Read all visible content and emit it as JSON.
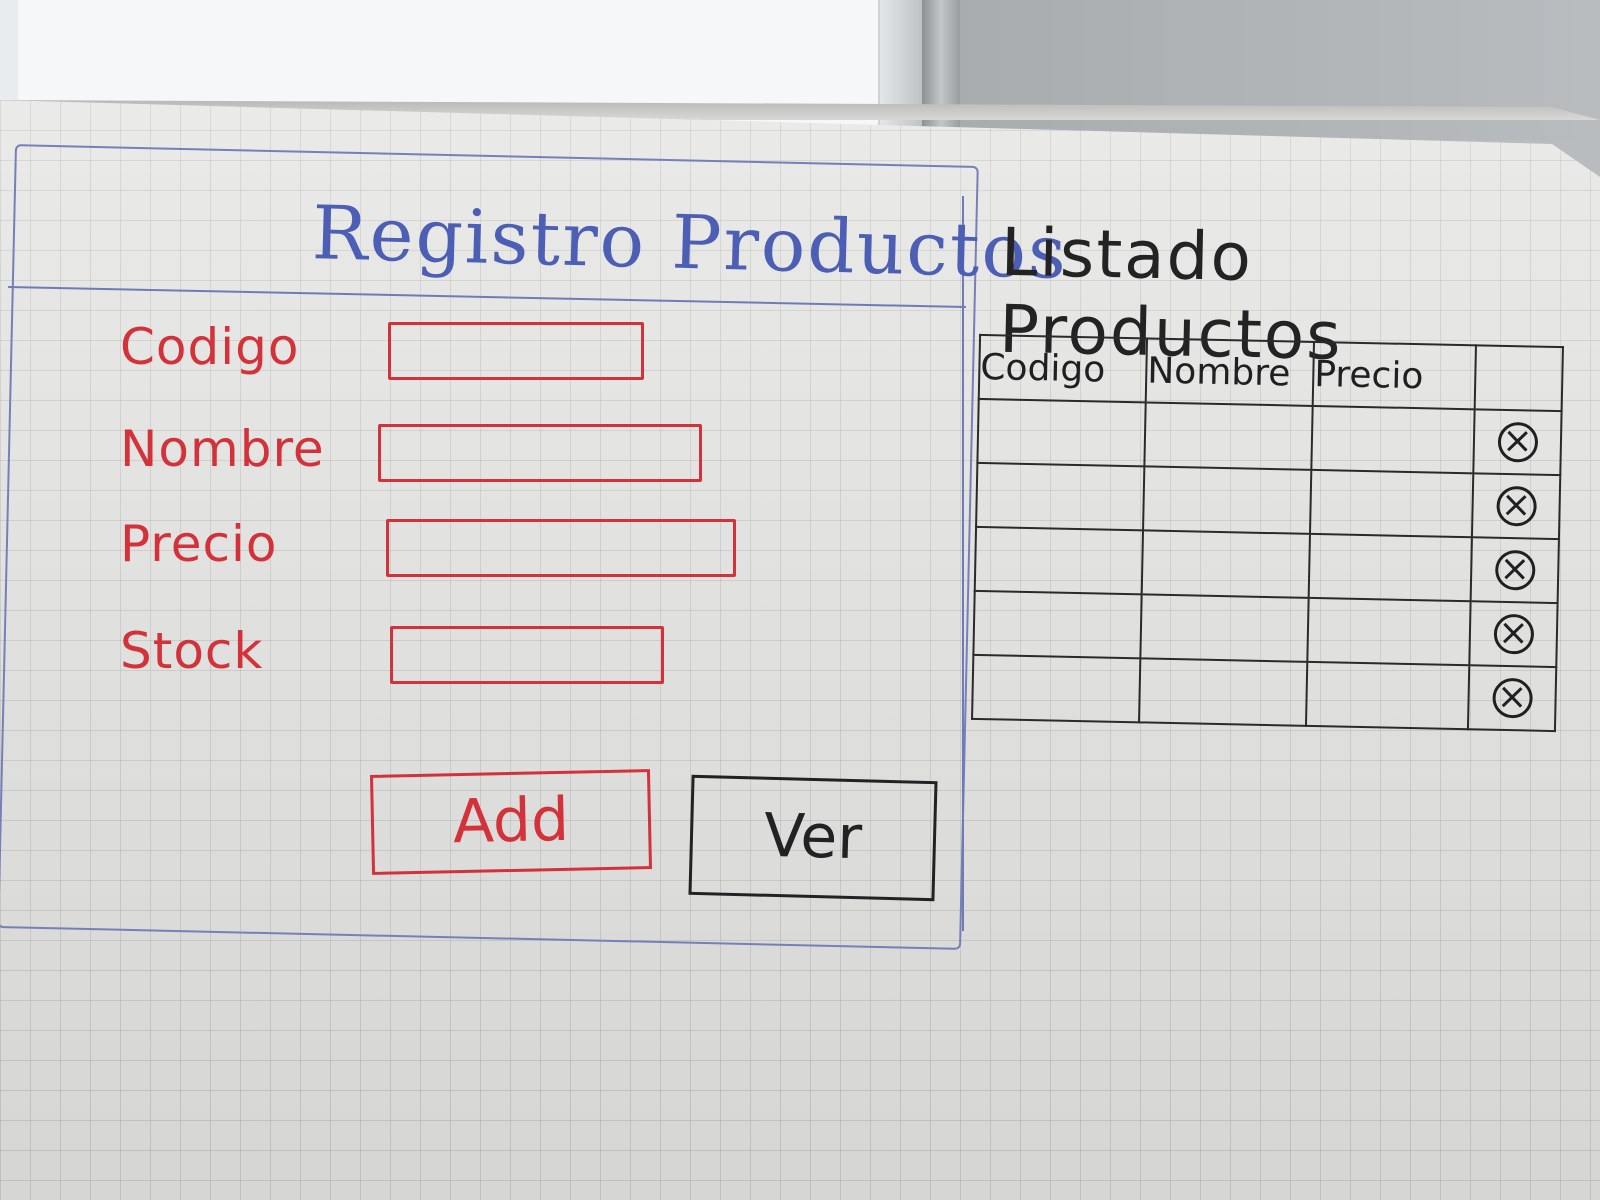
{
  "sections": {
    "registro_title": "Registro Productos",
    "listado_title": "Listado Productos"
  },
  "form": {
    "fields": [
      {
        "label": "Codigo",
        "value": ""
      },
      {
        "label": "Nombre",
        "value": ""
      },
      {
        "label": "Precio",
        "value": ""
      },
      {
        "label": "Stock",
        "value": ""
      }
    ],
    "buttons": {
      "add": "Add",
      "ver": "Ver"
    }
  },
  "table": {
    "headers": [
      "Codigo",
      "Nombre",
      "Precio",
      ""
    ],
    "rows": [
      [
        "",
        "",
        "",
        ""
      ],
      [
        "",
        "",
        "",
        ""
      ],
      [
        "",
        "",
        "",
        ""
      ],
      [
        "",
        "",
        "",
        ""
      ],
      [
        "",
        "",
        "",
        ""
      ]
    ]
  },
  "colors": {
    "blue_marker": "#4d5fb5",
    "red_marker": "#d3323a",
    "black_marker": "#232323"
  },
  "icons": {
    "row_action": "delete-circle-icon"
  }
}
